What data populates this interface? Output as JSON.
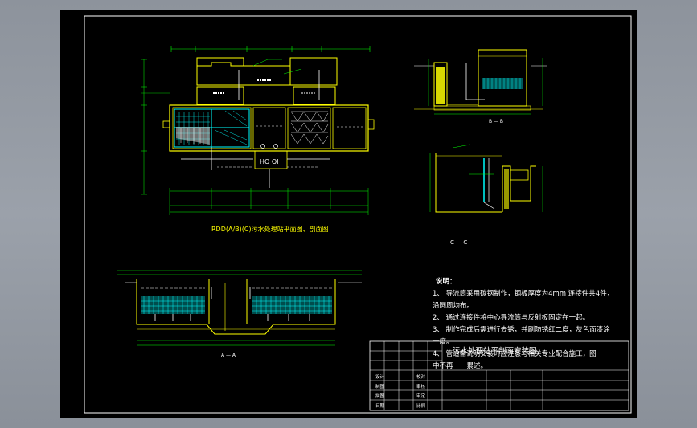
{
  "drawing": {
    "plan_title": "RDD(A/B)(C)污水处理站平面图、剖面图",
    "section_aa": "A — A",
    "section_bb": "B — B",
    "section_cc": "C — C",
    "notes_title": "说明：",
    "notes": [
      "1、 导流筒采用碳钢制作，钢板厚度为4mm 连接件共4件，",
      "     沿圆周均布。",
      "2、 通过连接件将中心导流筒与反射板固定在一起。",
      "3、 制作完成后需进行去锈，并刷防锈红二度，灰色面漆涂",
      "     一度。",
      "4、 管道需说明安装时应注意与相关专业配合施工，图",
      "     中不再一一累述。"
    ],
    "title_block": {
      "project": "污水处理站平剖面安装图",
      "rows": [
        [
          "设计",
          "",
          "校对",
          ""
        ],
        [
          "制图",
          "",
          "审核",
          ""
        ],
        [
          "描图",
          "",
          "审定",
          ""
        ],
        [
          "日期",
          "",
          "比例",
          ""
        ]
      ]
    }
  },
  "colors": {
    "line": "#ffff00",
    "water": "#00ffff",
    "pipe": "#ffffff",
    "dim": "#00ff00",
    "text": "#ffffff",
    "frame": "#ffffff"
  }
}
